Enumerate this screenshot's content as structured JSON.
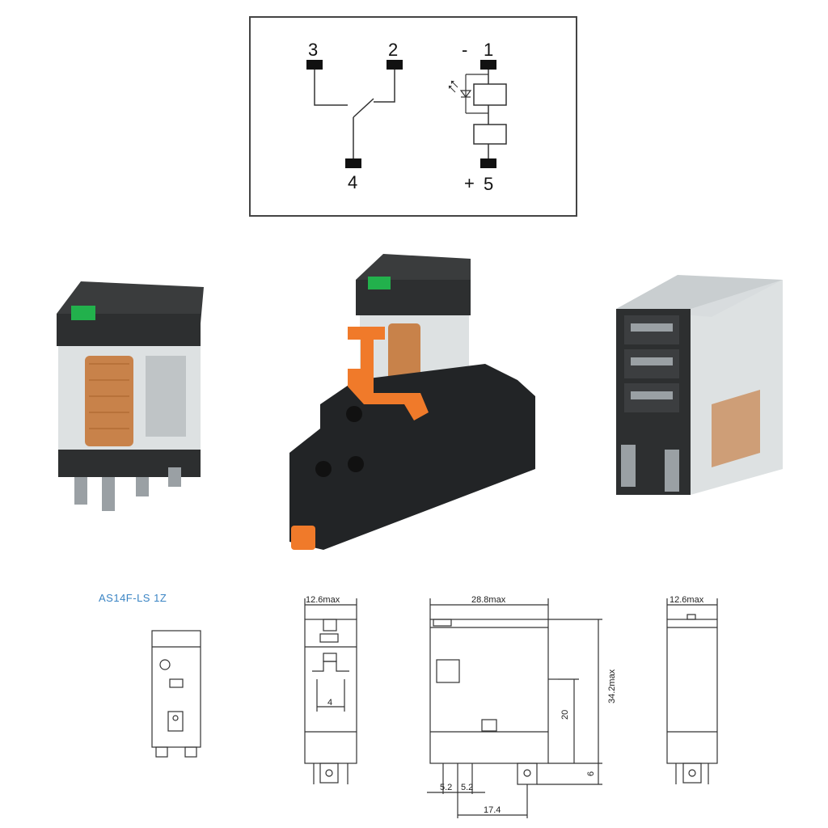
{
  "schematic": {
    "pins": {
      "pin3": "3",
      "pin2": "2",
      "pin4": "4",
      "pin1": "1",
      "pin5": "5",
      "minus": "-",
      "plus": "+"
    }
  },
  "photos": [
    {
      "name": "relay-front-photo"
    },
    {
      "name": "relay-in-socket-photo"
    },
    {
      "name": "relay-side-photo"
    }
  ],
  "drawing": {
    "model": "AS14F-LS 1Z",
    "dims": {
      "width_front": "12.6max",
      "length": "28.8max",
      "width_back": "12.6max",
      "height": "34.2max",
      "pin_height": "6",
      "terminal_height": "20",
      "inner_gap": "4",
      "pitch_a": "5.2",
      "pitch_b": "5.2",
      "pitch_total": "17.4"
    }
  },
  "colors": {
    "relay_body": "#2d2f30",
    "relay_clear": "#d9dedf",
    "coil_copper": "#c8824a",
    "lever_green": "#22b14c",
    "clip_orange": "#f07a2a",
    "terminal_metal": "#9aa0a4"
  }
}
